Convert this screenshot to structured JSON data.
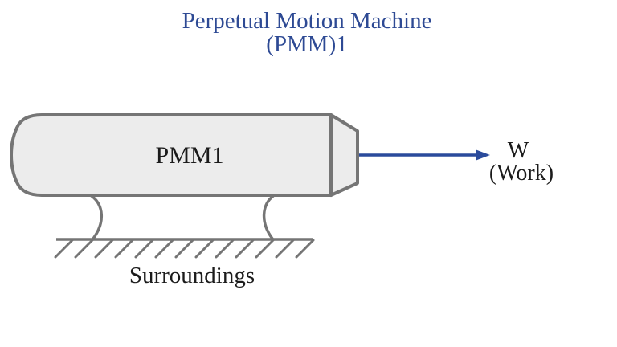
{
  "title": {
    "line1": "Perpetual Motion Machine",
    "line2": "(PMM)1"
  },
  "machine": {
    "label": "PMM1"
  },
  "output": {
    "symbol": "W",
    "caption": "(Work)"
  },
  "ground": {
    "label": "Surroundings"
  },
  "colors": {
    "title_blue": "#2e4a94",
    "arrow_blue": "#2b4b9c",
    "shape_fill": "#ececec",
    "shape_stroke": "#757575",
    "ink": "#1b1b1b"
  }
}
